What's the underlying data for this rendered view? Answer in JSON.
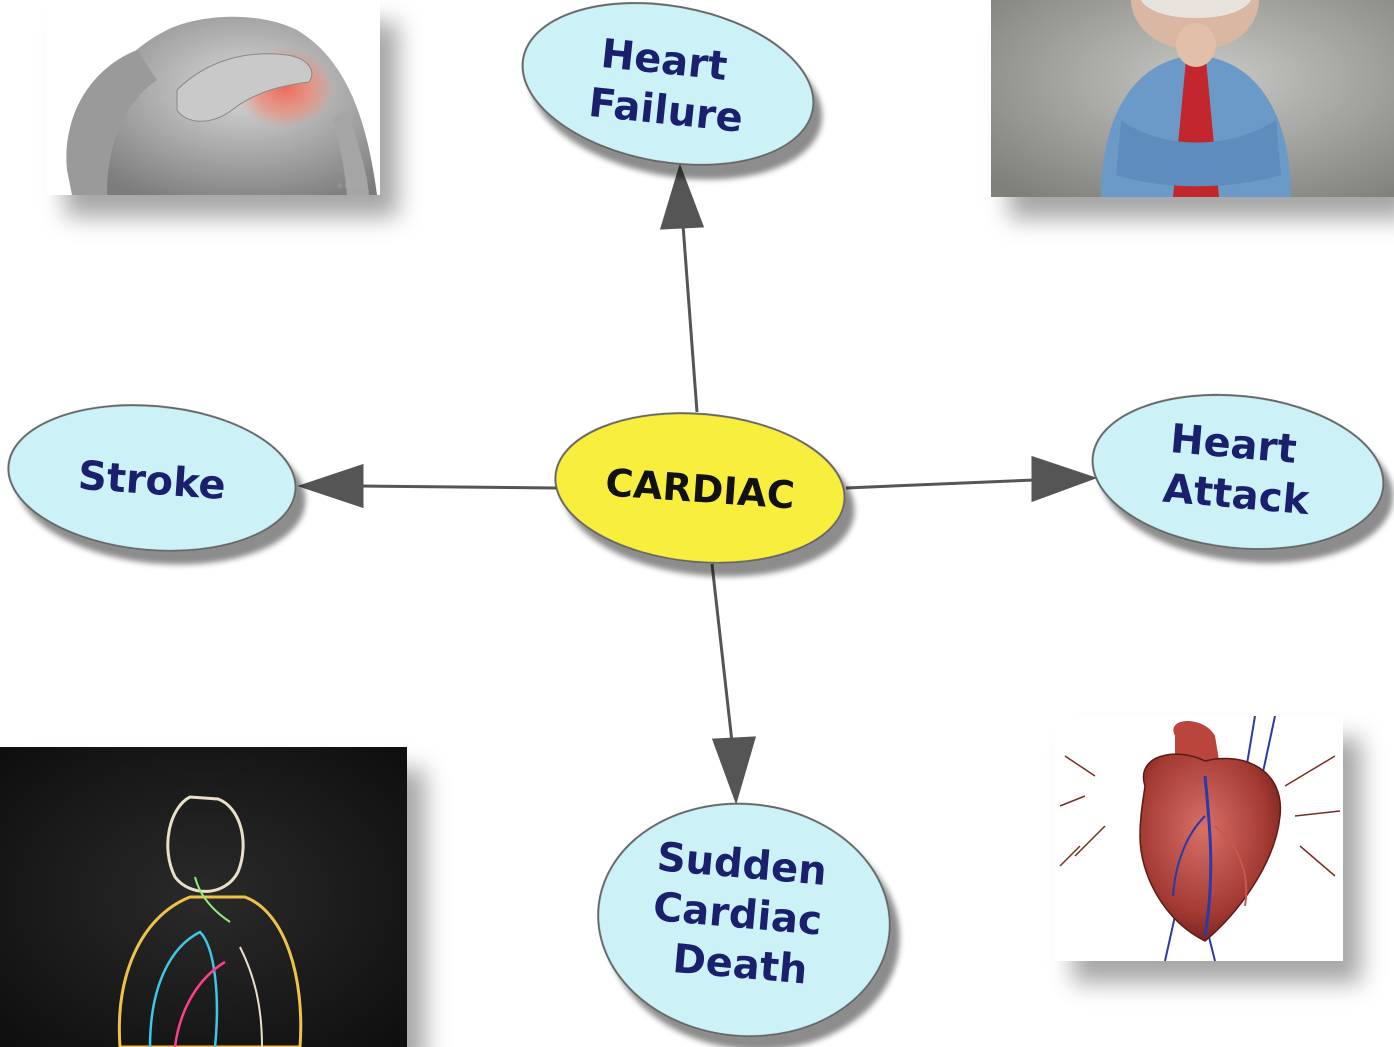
{
  "diagram": {
    "center": {
      "label": "CARDIAC",
      "fill": "#f7ee3c"
    },
    "nodes": {
      "heart_failure": {
        "lines": [
          "Heart",
          "Failure"
        ]
      },
      "stroke": {
        "lines": [
          "Stroke"
        ]
      },
      "heart_attack": {
        "lines": [
          "Heart",
          "Attack"
        ]
      },
      "sudden_cardiac_death": {
        "lines": [
          "Sudden",
          "Cardiac",
          "Death"
        ]
      }
    },
    "node_fill": "#ccf2f7",
    "node_text_color": "#1a1f6e",
    "arrow_color": "#555555"
  },
  "photos": {
    "top_left": {
      "icon": "chest-pain-photo"
    },
    "top_right": {
      "icon": "worried-man-photo"
    },
    "bottom_left": {
      "icon": "neon-man-photo"
    },
    "bottom_right": {
      "icon": "anatomical-heart-photo"
    }
  }
}
